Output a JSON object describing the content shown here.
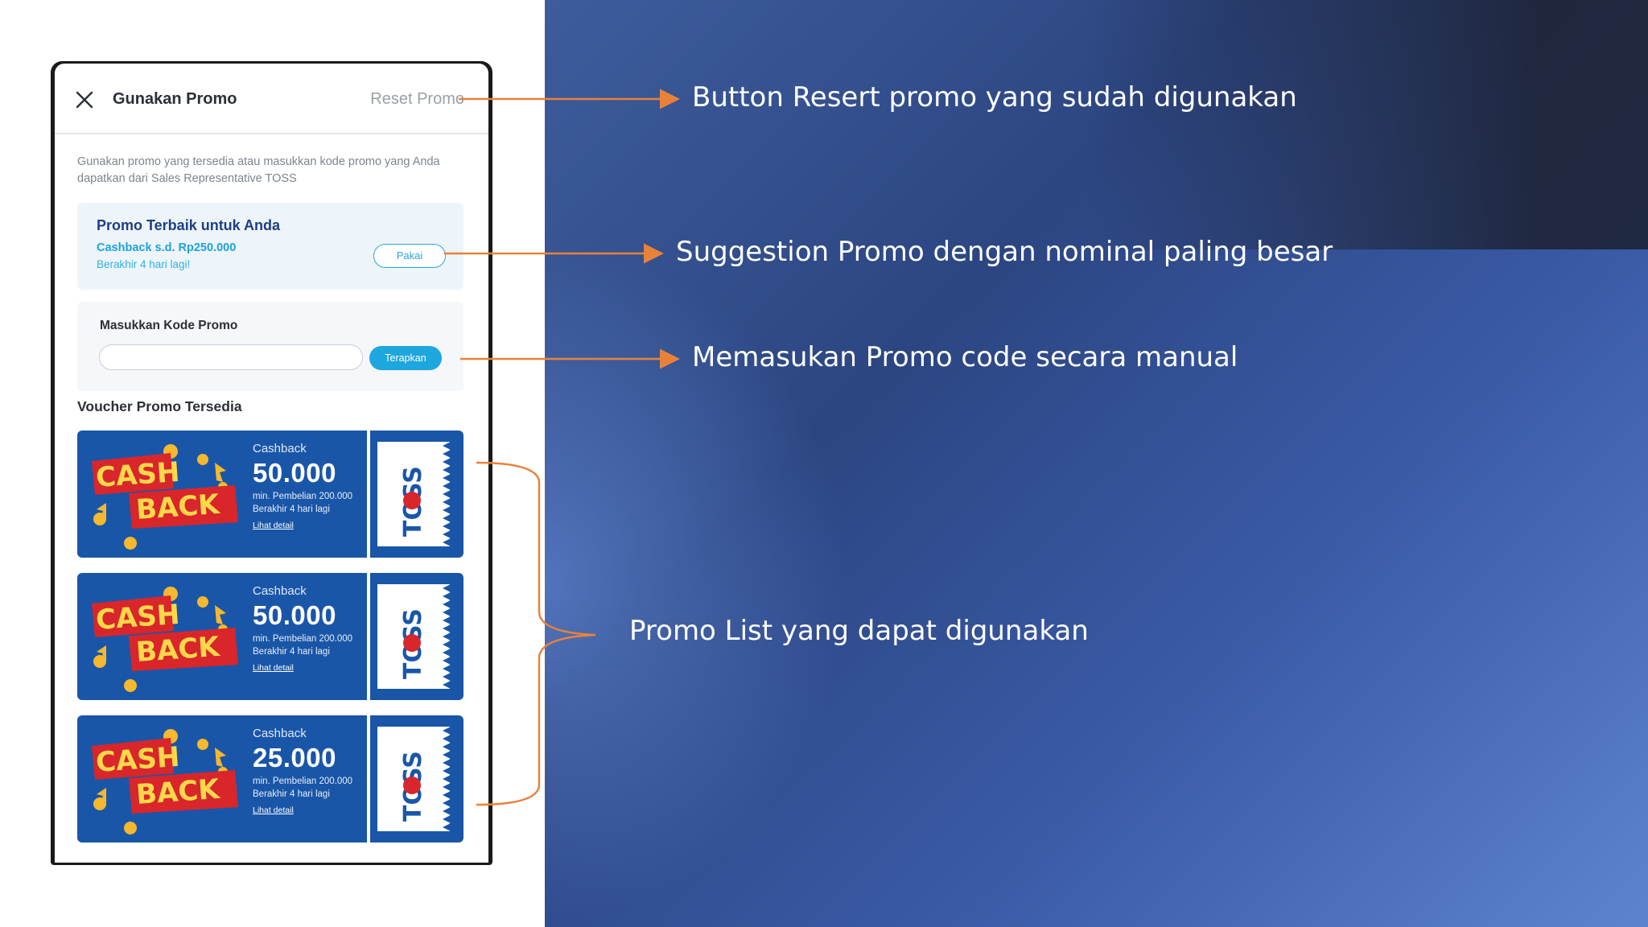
{
  "header": {
    "title": "Gunakan Promo",
    "reset_label": "Reset Promo"
  },
  "description": "Gunakan promo yang tersedia atau masukkan kode promo yang Anda dapatkan dari Sales Representative TOSS",
  "best_promo": {
    "title": "Promo Terbaik untuk Anda",
    "subtitle": "Cashback s.d. Rp250.000",
    "expiry": "Berakhir 4 hari lagi!",
    "button_label": "Pakai"
  },
  "promo_code": {
    "label": "Masukkan Kode Promo",
    "value": "",
    "button_label": "Terapkan"
  },
  "vouchers_section_title": "Voucher Promo Tersedia",
  "vouchers": [
    {
      "banner_top": "CASH",
      "banner_bottom": "BACK",
      "type": "Cashback",
      "amount": "50.000",
      "min": "min. Pembelian 200.000",
      "expiry": "Berakhir 4 hari lagi",
      "link": "Lihat detail",
      "brand": "TOSS"
    },
    {
      "banner_top": "CASH",
      "banner_bottom": "BACK",
      "type": "Cashback",
      "amount": "50.000",
      "min": "min. Pembelian 200.000",
      "expiry": "Berakhir 4 hari lagi",
      "link": "Lihat detail",
      "brand": "TOSS"
    },
    {
      "banner_top": "CASH",
      "banner_bottom": "BACK",
      "type": "Cashback",
      "amount": "25.000",
      "min": "min. Pembelian 200.000",
      "expiry": "Berakhir 4 hari lagi",
      "link": "Lihat detail",
      "brand": "TOSS"
    }
  ],
  "annotations": {
    "reset": "Button Resert promo yang sudah digunakan",
    "suggestion": "Suggestion Promo dengan nominal paling besar",
    "manual": "Memasukan Promo code secara manual",
    "list": "Promo List yang dapat digunakan"
  },
  "colors": {
    "accent": "#1ea6df",
    "voucher_bg": "#1a56a8",
    "arrow": "#e8823a",
    "cashback_red": "#d8262b",
    "coin_gold": "#f5b82e"
  }
}
